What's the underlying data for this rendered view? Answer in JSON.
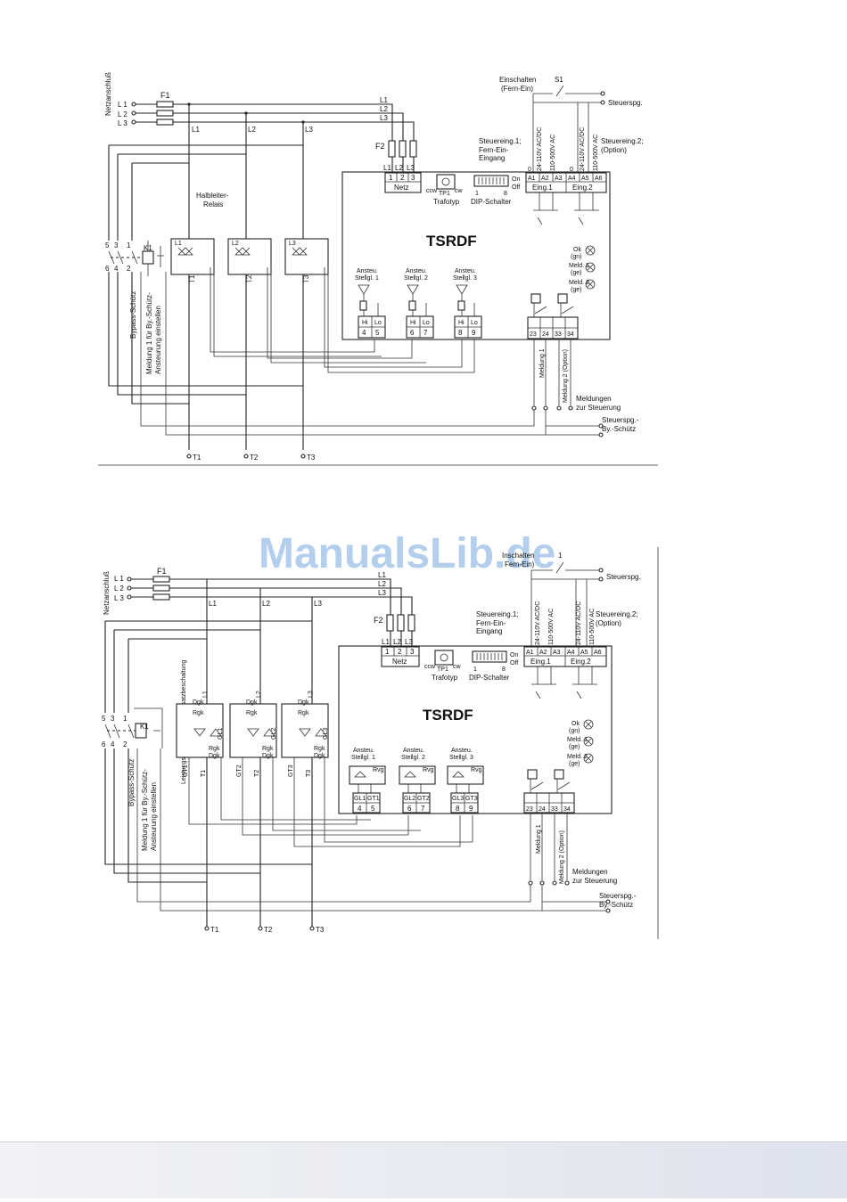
{
  "watermark": "ManualsLib.de",
  "d1": {
    "netzanschluss": "Netzanschluß",
    "l1": "L 1",
    "l2": "L 2",
    "l3": "L 3",
    "f1": "F1",
    "f2": "F2",
    "line_l1": "L1",
    "line_l2": "L2",
    "line_l3": "L3",
    "einschalten": "Einschalten",
    "fern_ein": "(Fern-Ein)",
    "s1": "S1",
    "steuerspg": "Steuerspg.",
    "steuereing1": "Steuereing.1;",
    "fern_ein_eingang1": "Fern-Ein-",
    "eingang": "Eingang",
    "steuereing2": "Steuereing.2;",
    "option": "(Option)",
    "v24_110": "24-110V AC/DC",
    "v110_500": "110-500V AC",
    "a_terms": [
      "A1",
      "A2",
      "A3",
      "A4",
      "A5",
      "A6"
    ],
    "eing1": "Eing.1",
    "eing2": "Eing.2",
    "netz_terms": [
      "1",
      "2",
      "3"
    ],
    "netz": "Netz",
    "ccw": "ccw",
    "cw": "cw",
    "tp1": "TP1",
    "trafotyp": "Trafotyp",
    "dip_1": "1",
    "dip_8": "8",
    "on": "On",
    "off": "Off",
    "dip": "DIP-Schalter",
    "halbleiter": "Halbleiter-",
    "relais": "Relais",
    "tsrdf": "TSRDF",
    "ok": "Ok",
    "ok_c": "(gn)",
    "meld1": "Meld. 1",
    "meld1_c": "(ge)",
    "meld2": "Meld. 2",
    "meld2_c": "(ge)",
    "ansteu": [
      "Ansteu.",
      "Ansteu.",
      "Ansteu."
    ],
    "stellgl": [
      "Stellgl. 1",
      "Stellgl. 2",
      "Stellgl. 3"
    ],
    "hi": "Hi",
    "lo": "Lo",
    "ctrl_terms": [
      "4",
      "5",
      "6",
      "7",
      "8",
      "9"
    ],
    "k1": "K1",
    "contacts_top": [
      "5",
      "3",
      "1"
    ],
    "contacts_bot": [
      "6",
      "4",
      "2"
    ],
    "bypass": "Bypass-Schütz",
    "meldung_by1": "Meldung 1 für By.-Schütz-",
    "meldung_by2": "Ansteurung einstellen",
    "tl": [
      "T1",
      "T2",
      "T3"
    ],
    "out_terms": [
      "23",
      "24",
      "33",
      "34"
    ],
    "meldung1": "Meldung 1",
    "meldung2": "Meldung 2 (Option)",
    "meldungen": "Meldungen",
    "zur_steuerung": "zur Steuerung",
    "steuerspg_by1": "Steuerspg.-",
    "steuerspg_by2": "By.-Schütz",
    "outs": [
      "T1",
      "T2",
      "T3"
    ]
  },
  "d2": {
    "netzanschluss": "Netzanschluß",
    "l1": "L 1",
    "l2": "L 2",
    "l3": "L 3",
    "f1": "F1",
    "f2": "F2",
    "line_l1": "L1",
    "line_l2": "L2",
    "line_l3": "L3",
    "einschalten": "Inschalten",
    "fern_ein": "Fern-Ein)",
    "s1": "1",
    "steuerspg": "Steuerspg.",
    "steuereing1": "Steuereing.1;",
    "fern_ein_eingang1": "Fern-Ein-",
    "eingang": "Eingang",
    "steuereing2": "Steuereing.2;",
    "option": "(Option)",
    "v24_110": "24-110V AC/DC",
    "v110_500": "110-500V AC",
    "a_terms": [
      "A1",
      "A2",
      "A3",
      "A4",
      "A5",
      "A6"
    ],
    "eing1": "Eing.1",
    "eing2": "Eing.2",
    "netz_terms": [
      "1",
      "2",
      "3"
    ],
    "netz": "Netz",
    "ccw": "ccw",
    "cw": "cw",
    "tp1": "TP1",
    "trafotyp": "Trafotyp",
    "dip_1": "1",
    "dip_8": "8",
    "on": "On",
    "off": "Off",
    "dip": "DIP-Schalter",
    "tsrdf": "TSRDF",
    "ok": "Ok",
    "ok_c": "(gn)",
    "meld1": "Meld. 1",
    "meld1_c": "(ge)",
    "meld2": "Meld. 2",
    "meld2_c": "(ge)",
    "ansteu": [
      "Ansteu.",
      "Ansteu.",
      "Ansteu."
    ],
    "stellgl": [
      "Stellgl. 1",
      "Stellgl. 2",
      "Stellgl. 3"
    ],
    "rvg": "Rvg",
    "gl_terms": [
      "GL1",
      "GT1",
      "GL2",
      "GT2",
      "GL3",
      "GT3"
    ],
    "ctrl_terms": [
      "4",
      "5",
      "6",
      "7",
      "8",
      "9"
    ],
    "dgk": "Dgk",
    "rgk": "Rgk",
    "gl": [
      "GL1",
      "GL2",
      "GL3"
    ],
    "gt": [
      "GT1",
      "GT2",
      "GT3"
    ],
    "tl": [
      "T1",
      "T2",
      "T3"
    ],
    "ll": [
      "L1",
      "L2",
      "L3"
    ],
    "leistungs": "Leistungs-Thyristoren mit Zusatzbeschaltung",
    "k1": "K1",
    "contacts_top": [
      "5",
      "3",
      "1"
    ],
    "contacts_bot": [
      "6",
      "4",
      "2"
    ],
    "bypass": "Bypass-Schütz",
    "meldung_by1": "Meldung 1 für By.-Schütz-",
    "meldung_by2": "Ansteurung einstellen",
    "out_terms": [
      "23",
      "24",
      "33",
      "34"
    ],
    "meldung1": "Meldung 1",
    "meldung2": "Meldung 2 (Option)",
    "meldungen": "Meldungen",
    "zur_steuerung": "zur Steuerung",
    "steuerspg_by1": "Steuerspg.-",
    "steuerspg_by2": "By.-Schütz",
    "outs": [
      "T1",
      "T2",
      "T3"
    ]
  }
}
